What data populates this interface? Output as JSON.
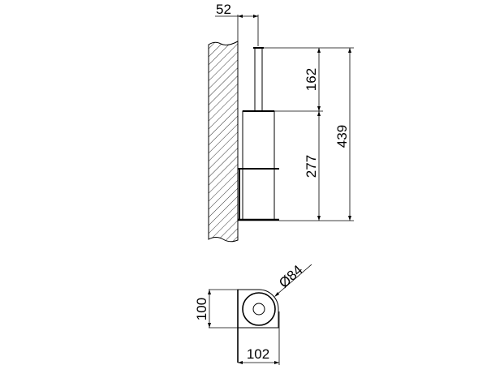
{
  "drawing": {
    "side_view": {
      "wall_offset": "52",
      "rod_height": "162",
      "holder_height": "277",
      "total_height": "439"
    },
    "top_view": {
      "depth": "100",
      "width": "102",
      "diameter": "Ø84"
    },
    "colors": {
      "line": "#000000",
      "background": "#ffffff"
    }
  }
}
